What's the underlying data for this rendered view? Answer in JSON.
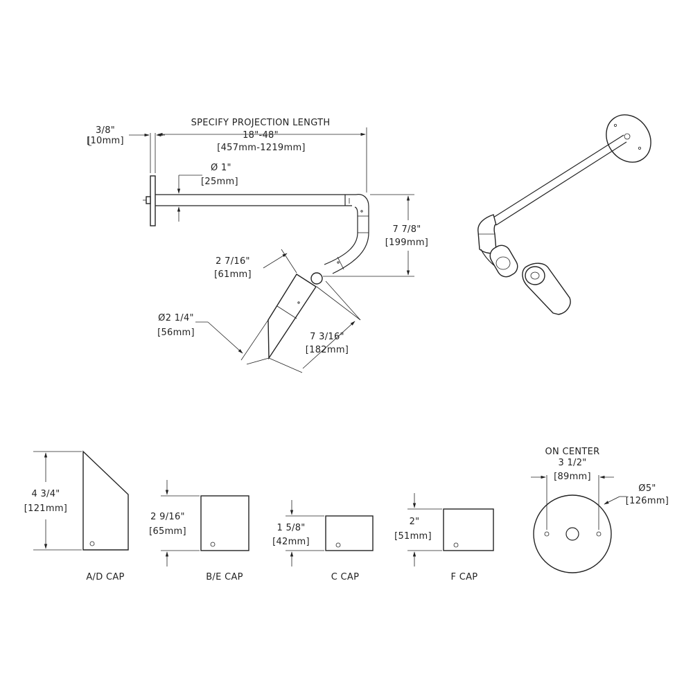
{
  "side_view": {
    "plate_thickness": {
      "imperial": "3/8\"",
      "metric": "[10mm]"
    },
    "projection": {
      "title": "SPECIFY PROJECTION LENGTH",
      "imperial": "18\"-48\"",
      "metric": "[457mm-1219mm]"
    },
    "arm_diameter": {
      "imperial": "Ø 1\"",
      "metric": "[25mm]"
    },
    "drop_height": {
      "imperial": "7 7/8\"",
      "metric": "[199mm]"
    },
    "head_offset": {
      "imperial": "2 7/16\"",
      "metric": "[61mm]"
    },
    "head_diameter": {
      "imperial": "Ø2 1/4\"",
      "metric": "[56mm]"
    },
    "head_length": {
      "imperial": "7 3/16\"",
      "metric": "[182mm]"
    }
  },
  "caps": [
    {
      "label": "A/D CAP",
      "imperial": "4 3/4\"",
      "metric": "[121mm]"
    },
    {
      "label": "B/E CAP",
      "imperial": "2 9/16\"",
      "metric": "[65mm]"
    },
    {
      "label": "C CAP",
      "imperial": "1 5/8\"",
      "metric": "[42mm]"
    },
    {
      "label": "F CAP",
      "imperial": "2\"",
      "metric": "[51mm]"
    }
  ],
  "backplate": {
    "on_center_title": "ON CENTER",
    "on_center_imperial": "3 1/2\"",
    "on_center_metric": "[89mm]",
    "diameter_imperial": "Ø5\"",
    "diameter_metric": "[126mm]"
  }
}
